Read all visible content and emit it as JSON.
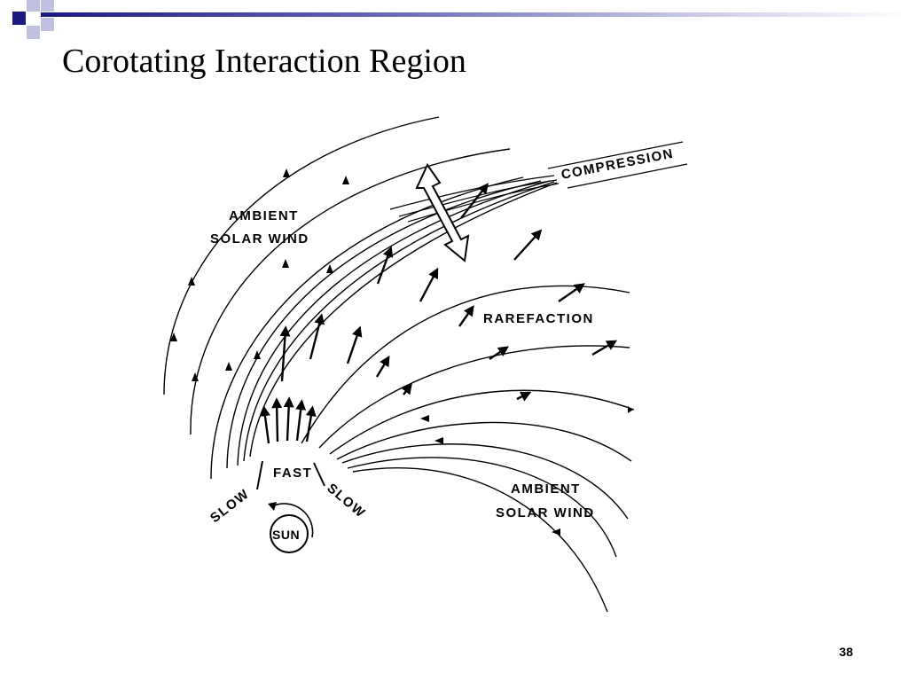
{
  "slide": {
    "title": "Corotating Interaction Region",
    "page_number": "38"
  },
  "colors": {
    "header_dark": "#1a1a80",
    "header_light": "#c8c8e6",
    "diagram_ink": "#000000"
  },
  "diagram": {
    "labels": {
      "ambient_upper_line1": "AMBIENT",
      "ambient_upper_line2": "SOLAR WIND",
      "compression": "COMPRESSION",
      "rarefaction": "RAREFACTION",
      "fast": "FAST",
      "slow_left": "SLOW",
      "slow_right": "SLOW",
      "sun": "SUN",
      "ambient_lower_line1": "AMBIENT",
      "ambient_lower_line2": "SOLAR WIND"
    },
    "icons": [
      "double-headed-arrow-icon",
      "rotation-arrow-icon"
    ]
  }
}
